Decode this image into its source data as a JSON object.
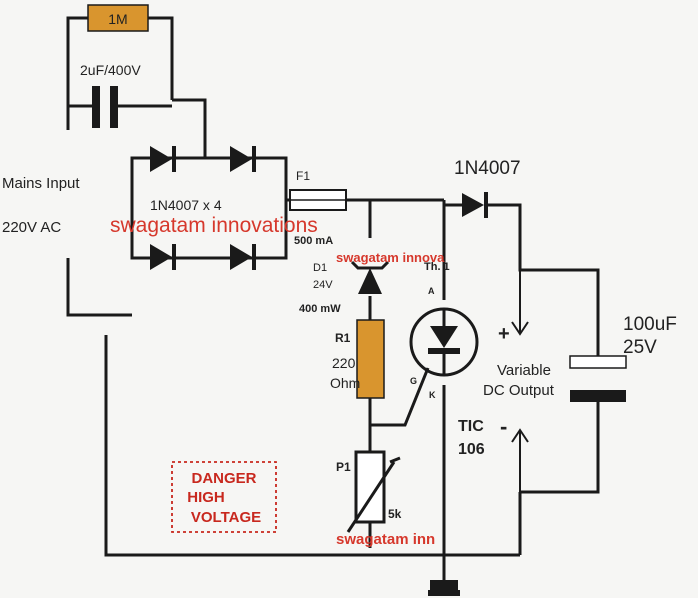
{
  "labels": {
    "resistor_top": "1M",
    "capacitor_top": "2uF/400V",
    "mains_line1": "Mains Input",
    "mains_line2": "220V AC",
    "bridge": "1N4007 x 4",
    "fuse": "F1",
    "fuse_rating": "500 mA",
    "diode_out": "1N4007",
    "zener_ref": "D1",
    "zener_voltage": "24V",
    "zener_power": "400 mW",
    "r1_ref": "R1",
    "r1_value_1": "220",
    "r1_value_2": "Ohm",
    "thyristor_ref": "Th. 1",
    "anode": "A",
    "gate": "G",
    "cathode": "K",
    "tic_1": "TIC",
    "tic_2": "106",
    "pot_ref": "P1",
    "pot_value": "5k",
    "plus": "+",
    "minus": "-",
    "output_1": "Variable",
    "output_2": "DC Output",
    "cap_out_1": "100uF",
    "cap_out_2": "25V",
    "danger_1": "DANGER",
    "danger_2": "HIGH",
    "danger_3": "VOLTAGE"
  },
  "watermarks": {
    "main": "swagatam innovations",
    "mid": "swagatam innova",
    "bottom": "swagatam inn"
  },
  "colors": {
    "wire": "#1a1a1a",
    "resistor_fill": "#d9952e",
    "watermark": "#d6382c",
    "danger": "#c8281e"
  }
}
